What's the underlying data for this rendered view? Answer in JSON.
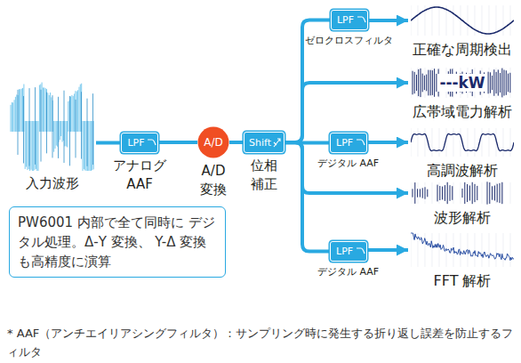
{
  "diagram": {
    "nodes": [
      {
        "text": [
          "入力波形"
        ]
      },
      {
        "text": [
          "LPF",
          "アナログ AAF"
        ]
      },
      {
        "text": [
          "A/D",
          "A/D 変換"
        ]
      },
      {
        "text": [
          "Shift",
          "位相 補正"
        ]
      },
      {
        "text": [
          "LPF",
          "ゼロクロスフィルタ"
        ]
      },
      {
        "text": [
          "正確な周期検出"
        ]
      },
      {
        "text": [
          "---kW",
          "広帯域電力解析"
        ]
      },
      {
        "text": [
          "LPF",
          "デジタル AAF"
        ]
      },
      {
        "text": [
          "高調波解析"
        ]
      },
      {
        "text": [
          "波形解析"
        ]
      },
      {
        "text": [
          "LPF",
          "デジタル AAF"
        ]
      },
      {
        "text": [
          "FFT 解析"
        ]
      },
      {
        "text": [
          "PW6001 内部で全て同時に デジタル処理。Δ-Y 変換、 Y-Δ 変換も高精度に演算"
        ]
      }
    ],
    "edges": [
      {
        "from": 0,
        "to": 1,
        "arrow": "none"
      },
      {
        "from": 1,
        "to": 2,
        "arrow": "none"
      },
      {
        "from": 2,
        "to": 3,
        "arrow": "none"
      },
      {
        "from": 3,
        "to": 4,
        "arrow": "none"
      },
      {
        "from": 4,
        "to": 5,
        "arrow": "to"
      },
      {
        "from": 3,
        "to": 6,
        "arrow": "to"
      },
      {
        "from": 3,
        "to": 7,
        "arrow": "none"
      },
      {
        "from": 7,
        "to": 8,
        "arrow": "to"
      },
      {
        "from": 3,
        "to": 9,
        "arrow": "to"
      },
      {
        "from": 3,
        "to": 10,
        "arrow": "none"
      },
      {
        "from": 10,
        "to": 11,
        "arrow": "to"
      }
    ],
    "labels": [
      "* AAF（アンチエイリアシングフィルタ）：サンプリング時に発生する折り返し誤差を防止するフィルタ"
    ]
  }
}
